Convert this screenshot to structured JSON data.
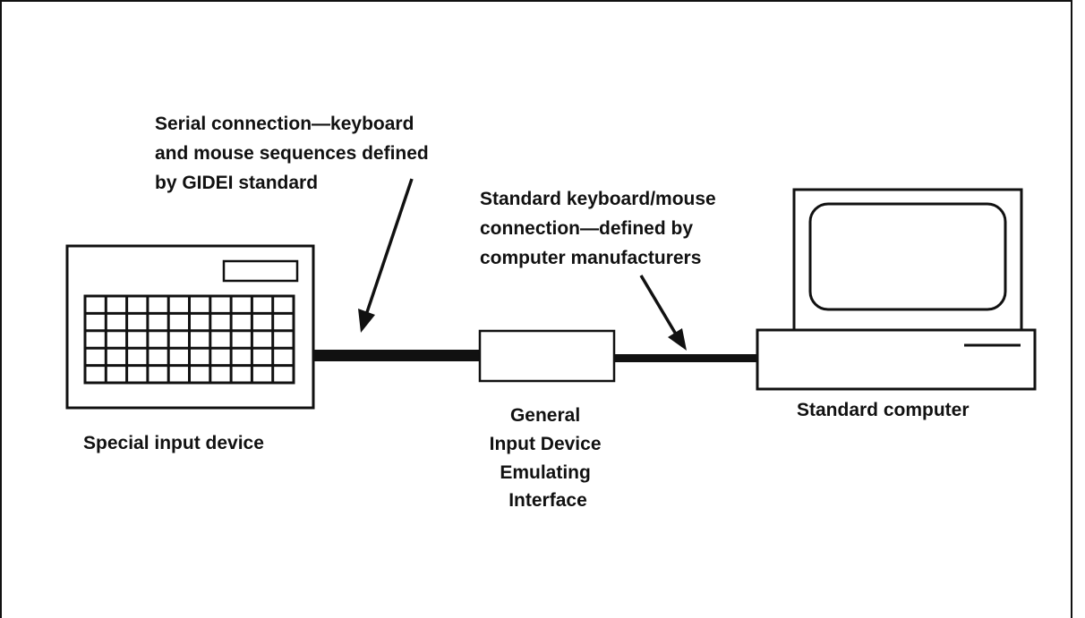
{
  "diagram": {
    "serial_note": {
      "lines": [
        "Serial connection—keyboard",
        "and mouse sequences defined",
        "by GIDEI standard"
      ]
    },
    "standard_note": {
      "lines": [
        "Standard keyboard/mouse",
        "connection—defined by",
        "computer manufacturers"
      ]
    },
    "device_label": "Special input device",
    "interface_label": {
      "lines": [
        "General",
        "Input Device",
        "Emulating",
        "Interface"
      ]
    },
    "computer_label": "Standard computer"
  },
  "colors": {
    "ink": "#111111",
    "background": "#ffffff"
  }
}
